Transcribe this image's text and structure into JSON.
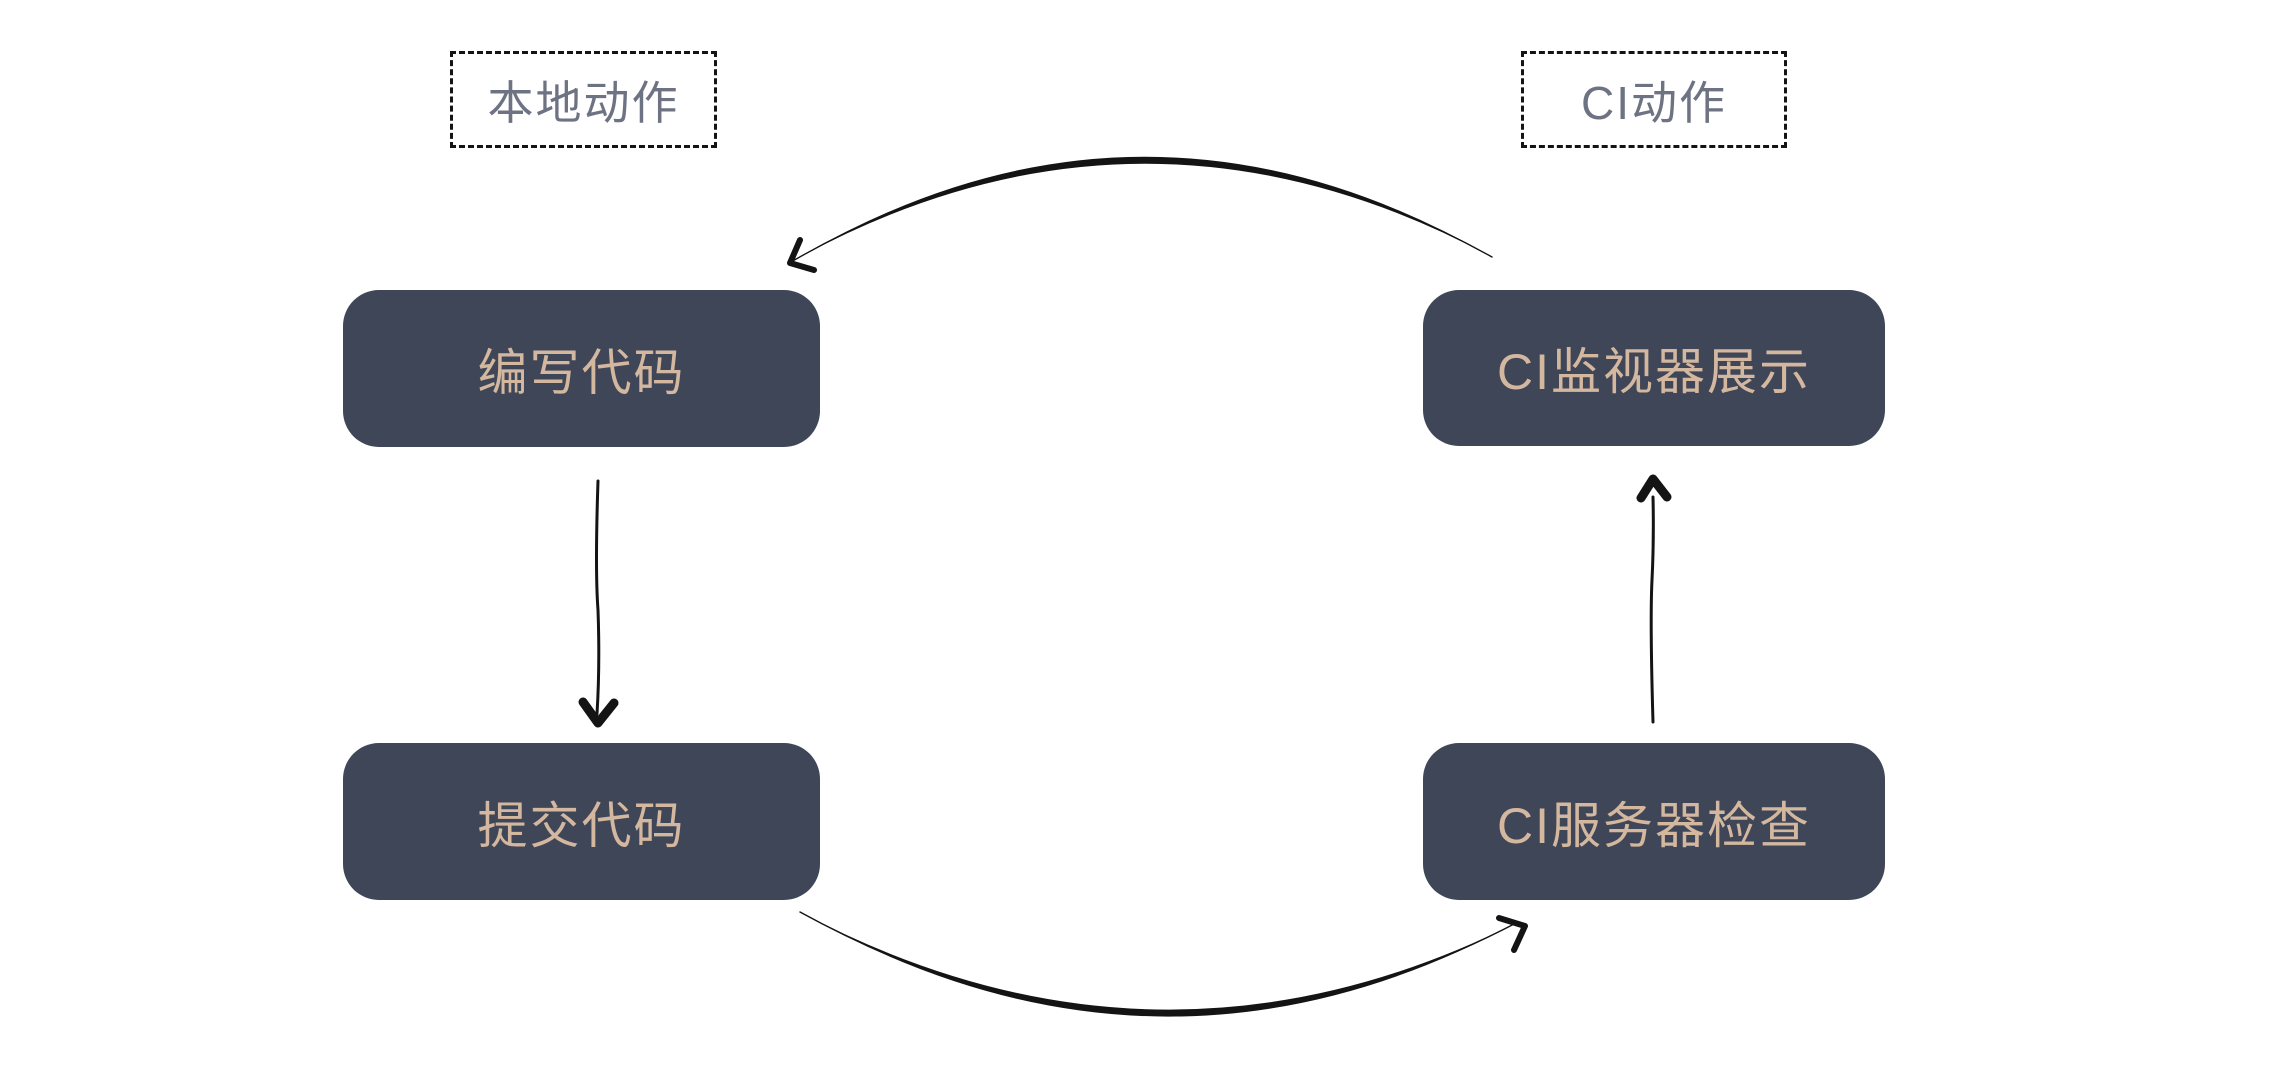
{
  "diagram_title": "CI cycle diagram",
  "labels": {
    "local": {
      "text": "本地动作"
    },
    "ci": {
      "text": "CI动作"
    }
  },
  "nodes": {
    "write_code": {
      "text": "编写代码"
    },
    "ci_monitor": {
      "text": "CI监视器展示"
    },
    "commit_code": {
      "text": "提交代码"
    },
    "ci_server": {
      "text": "CI服务器检查"
    }
  },
  "edges": [
    {
      "from": "编写代码",
      "to": "提交代码",
      "shape": "straight",
      "direction": "down"
    },
    {
      "from": "提交代码",
      "to": "CI服务器检查",
      "shape": "curved-arc",
      "direction": "left-to-right-bottom"
    },
    {
      "from": "CI服务器检查",
      "to": "CI监视器展示",
      "shape": "straight",
      "direction": "up"
    },
    {
      "from": "CI监视器展示",
      "to": "编写代码",
      "shape": "curved-arc",
      "direction": "right-to-left-top"
    }
  ],
  "colors": {
    "background": "#ffffff",
    "node_fill": "#3f4658",
    "node_text": "#d3b79e",
    "label_text": "#6d7382",
    "dashed_border": "#141414",
    "arrow": "#141414"
  }
}
